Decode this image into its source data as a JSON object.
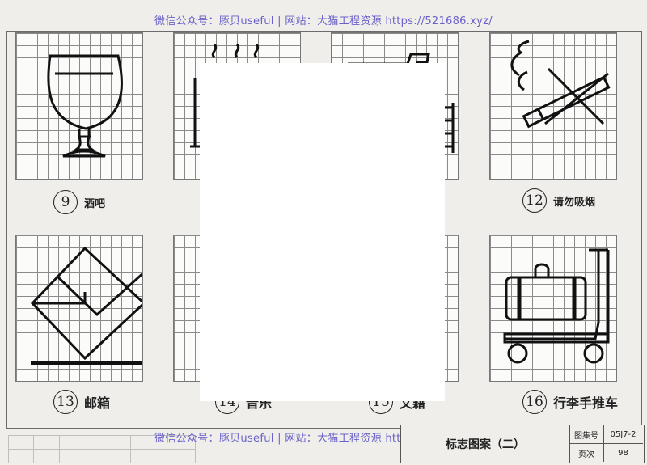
{
  "watermark": {
    "text": "微信公众号：豚贝useful | 网站：大猫工程资源 https://521686.xyz/"
  },
  "items": [
    {
      "number": "9",
      "label": "酒吧",
      "icon": "wine-glass-icon"
    },
    {
      "number": "12",
      "label": "请勿吸烟",
      "icon": "no-smoking-icon"
    },
    {
      "number": "13",
      "label": "邮箱",
      "icon": "mailbox-envelope-icon"
    },
    {
      "number": "14",
      "label": "音乐",
      "icon": "music-icon"
    },
    {
      "number": "15",
      "label": "文籍",
      "icon": "document-icon"
    },
    {
      "number": "16",
      "label": "行李手推车",
      "icon": "luggage-trolley-icon"
    }
  ],
  "title_block": {
    "title": "标志图案（二）",
    "atlas_label": "图集号",
    "atlas_number": "05J7-2",
    "page_label": "页次",
    "page_number": "98"
  },
  "colors": {
    "paper": "#efeeea",
    "ink": "#222222",
    "watermark": "#6a62c9",
    "occluder": "#ffffff"
  }
}
